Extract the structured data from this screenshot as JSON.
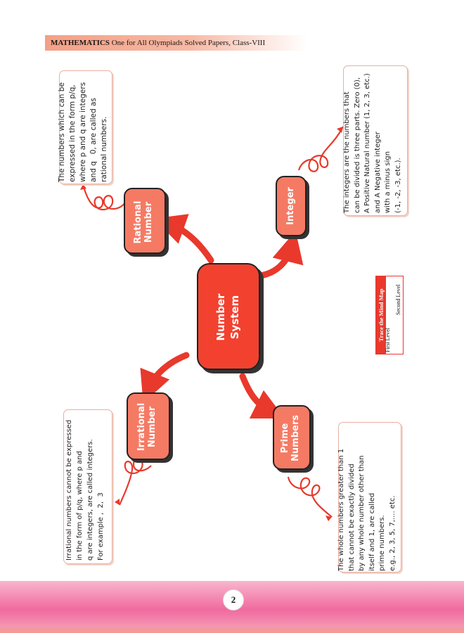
{
  "header": {
    "subject": "MATHEMATICS",
    "title": "One for All Olympiads Solved Papers, Class-VIII"
  },
  "center_node": {
    "label": "Number\nSystem"
  },
  "nodes": {
    "rational": {
      "label": "Rational\nNumber",
      "note": "The numbers which can be\nexpressed in the form p/q,\nwhere p and q are integers\nand q   0, are called as\nrational numbers."
    },
    "integer": {
      "label": "Integer",
      "note": "The integers are the numbers that\ncan be divided is three parts. Zero (0),\nA Positive Natural number (1, 2, 3, etc.)\nand A Negative integer\nwith a minus sign\n(-1, -2, -3, etc.)."
    },
    "irrational": {
      "label": "Irrational\nNumber",
      "note": "Irrational numbers cannot be expressed\nin the form of p/q, where p and\nq are integers, are called integers.\nFor example ,  2,  3"
    },
    "prime": {
      "label": "Prime\nNumbers",
      "note": "The whole numbers greater than 1\nthat cannot be exactly divided\nby any whole number other than\nitself and 1, are called\nprime numbers.\ne.g., 2, 3, 5, 7,.... etc."
    }
  },
  "mind_map_levels": {
    "title": "Trace the Mind Map",
    "first": "First Level",
    "second": "Second Level"
  },
  "footer": {
    "page": "2"
  }
}
